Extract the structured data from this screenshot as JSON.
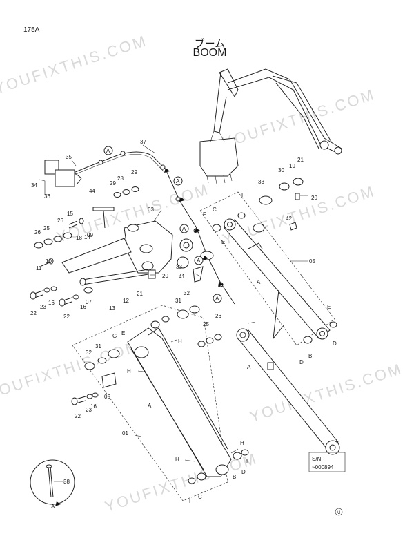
{
  "page_id": "175A",
  "title_jp": "ブーム",
  "title_en": "BOOM",
  "watermark": "YOUFIXTHIS.COM",
  "serial_box": {
    "line1": "S/N",
    "line2": "~000894"
  },
  "mark": "M",
  "callouts": {
    "n01": "01",
    "n03": "03",
    "n05": "05",
    "n06": "06",
    "n07": "07",
    "n09": "09",
    "n10": "10",
    "n11": "11",
    "n12": "12",
    "n13": "13",
    "n14": "14",
    "n15": "15",
    "n16a": "16",
    "n16b": "16",
    "n16c": "16",
    "n18": "18",
    "n19": "19",
    "n20a": "20",
    "n20b": "20",
    "n21a": "21",
    "n21b": "21",
    "n22a": "22",
    "n22b": "22",
    "n22c": "22",
    "n23a": "23",
    "n23b": "23",
    "n25a": "25",
    "n25b": "25",
    "n26a": "26",
    "n26b": "26",
    "n26c": "26",
    "n28": "28",
    "n29a": "29",
    "n29b": "29",
    "n30": "30",
    "n31a": "31",
    "n31b": "31",
    "n32a": "32",
    "n32b": "32",
    "n33a": "33",
    "n33b": "33",
    "n34": "34",
    "n35": "35",
    "n36": "36",
    "n37": "37",
    "n38": "38",
    "n41": "41",
    "n42": "42",
    "n44": "44"
  },
  "letters": {
    "A1": "A",
    "A2": "A",
    "A3": "A",
    "A4": "A",
    "A5": "A",
    "A6": "A",
    "A7": "A",
    "A8": "A",
    "A9": "A",
    "B1": "B",
    "B2": "B",
    "C1": "C",
    "C2": "C",
    "D1": "D",
    "D2": "D",
    "D3": "D",
    "E1": "E",
    "E2": "E",
    "E3": "E",
    "F1": "F",
    "F2": "F",
    "F3": "F",
    "F4": "F",
    "G1": "G",
    "H1": "H",
    "H2": "H",
    "H3": "H",
    "H4": "H"
  }
}
